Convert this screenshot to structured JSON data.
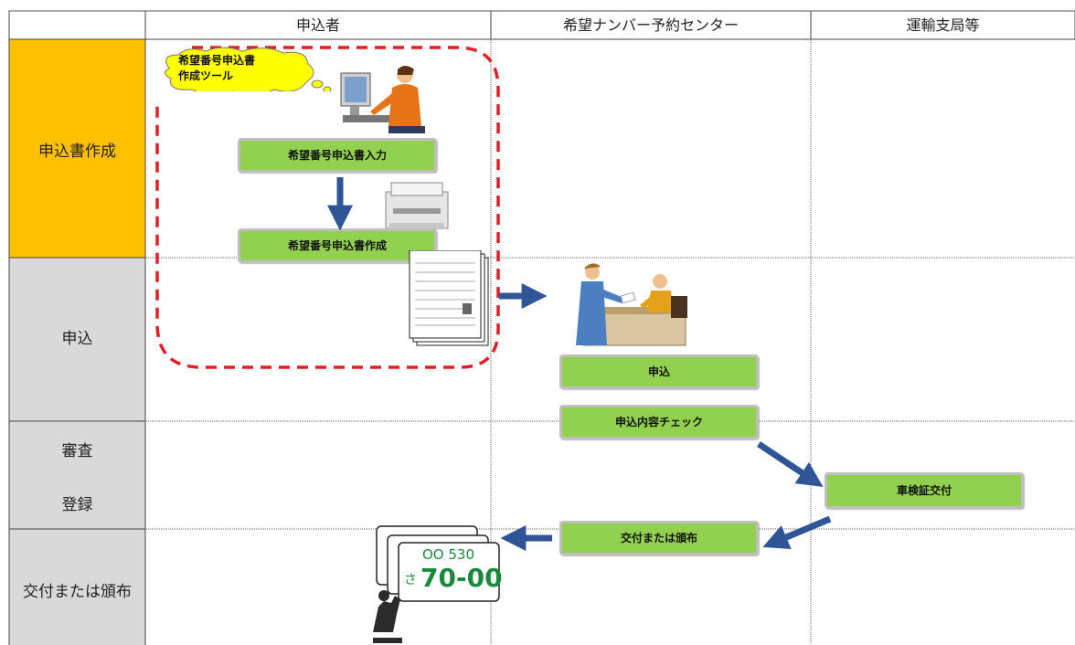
{
  "columns": [
    "申込者",
    "希望ナンバー予約センター",
    "運輸支局等"
  ],
  "rows": {
    "create": "申込書作成",
    "apply": "申込",
    "review": "審査",
    "register": "登録",
    "deliver": "交付または頒布"
  },
  "bubble": {
    "line1": "希望番号申込書",
    "line2": "作成ツール"
  },
  "steps": {
    "input": "希望番号申込書入力",
    "create": "希望番号申込書作成",
    "apply": "申込",
    "check": "申込内容チェック",
    "inspection": "車検証交付",
    "deliver": "交付または頒布"
  },
  "plate": {
    "top_number": "OO 530",
    "hiragana": "さ",
    "main_number": "70-00"
  },
  "colors": {
    "highlight_row": "#ffc000",
    "row_header": "#d9d9d9",
    "step_box": "#92d050",
    "arrow": "#2f5597",
    "dashed_border": "#e31e24",
    "plate_text": "#1a8a3a"
  }
}
